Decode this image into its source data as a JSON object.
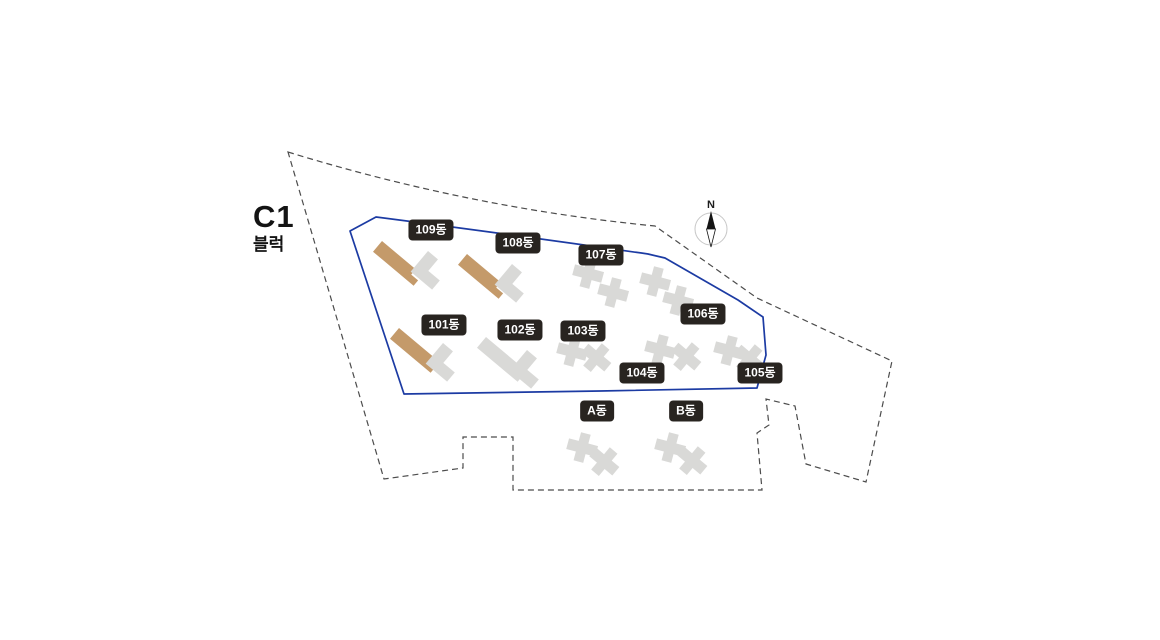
{
  "page": {
    "title": "C1",
    "subtitle": "블럭"
  },
  "compass": {
    "label": "N"
  },
  "buildings": [
    {
      "label": "109동",
      "highlighted": true
    },
    {
      "label": "108동",
      "highlighted": true
    },
    {
      "label": "107동",
      "highlighted": false
    },
    {
      "label": "106동",
      "highlighted": false
    },
    {
      "label": "105동",
      "highlighted": false
    },
    {
      "label": "104동",
      "highlighted": false
    },
    {
      "label": "103동",
      "highlighted": false
    },
    {
      "label": "102동",
      "highlighted": false
    },
    {
      "label": "101동",
      "highlighted": true
    },
    {
      "label": "A동",
      "highlighted": false
    },
    {
      "label": "B동",
      "highlighted": false
    }
  ],
  "colors": {
    "badge_bg": "#282420",
    "badge_text": "#ffffff",
    "building_gray": "#d9d9d7",
    "building_highlight": "#c49a6a",
    "block_outline": "#1c3ba3",
    "boundary_dash": "#4c4c4c"
  }
}
